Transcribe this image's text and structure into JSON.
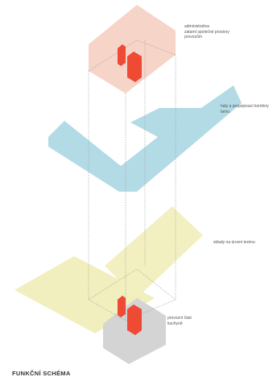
{
  "layers": [
    {
      "id": "admin",
      "label": "administrativa\nzatamí společné prostory\nprovozům",
      "color": "#f6d4c8"
    },
    {
      "id": "hall",
      "label": "haly a propojovací koridory\ntamu",
      "color": "#b3dbe6"
    },
    {
      "id": "slab",
      "label": "sklady na úrovni terénu",
      "color": "#f1efbe"
    },
    {
      "id": "kitchen",
      "label": "provozní část\nkuchyně",
      "color": "#d3d3d3"
    }
  ],
  "accent_color": "#ee4a34",
  "title": "FUNKČNÍ SCHÉMA"
}
